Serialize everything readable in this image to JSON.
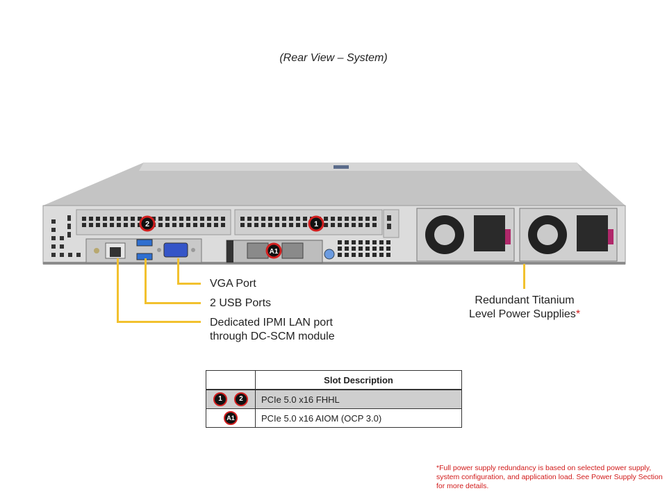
{
  "title": "(Rear View – System)",
  "badges": {
    "slot1": "1",
    "slot2": "2",
    "aiom": "A1"
  },
  "callouts": {
    "vga": "VGA Port",
    "usb": "2 USB Ports",
    "ipmi_line1": "Dedicated IPMI LAN port",
    "ipmi_line2": "through DC-SCM module",
    "psu_line1": "Redundant Titanium",
    "psu_line2": "Level Power Supplies",
    "psu_asterisk": "*"
  },
  "slot_table": {
    "header": "Slot Description",
    "rows": [
      {
        "slots": [
          "1",
          "2"
        ],
        "description": "PCIe 5.0 x16 FHHL",
        "shaded": true
      },
      {
        "slots": [
          "A1"
        ],
        "description": "PCIe 5.0 x16 AIOM (OCP 3.0)",
        "shaded": false
      }
    ]
  },
  "footnote": "*Full power supply redundancy is based on selected power supply, system configuration, and application load. See Power Supply Section for more details.",
  "colors": {
    "callout_line": "#f2c12e",
    "badge_ring": "#d21f1f",
    "footnote": "#d11a1a"
  }
}
